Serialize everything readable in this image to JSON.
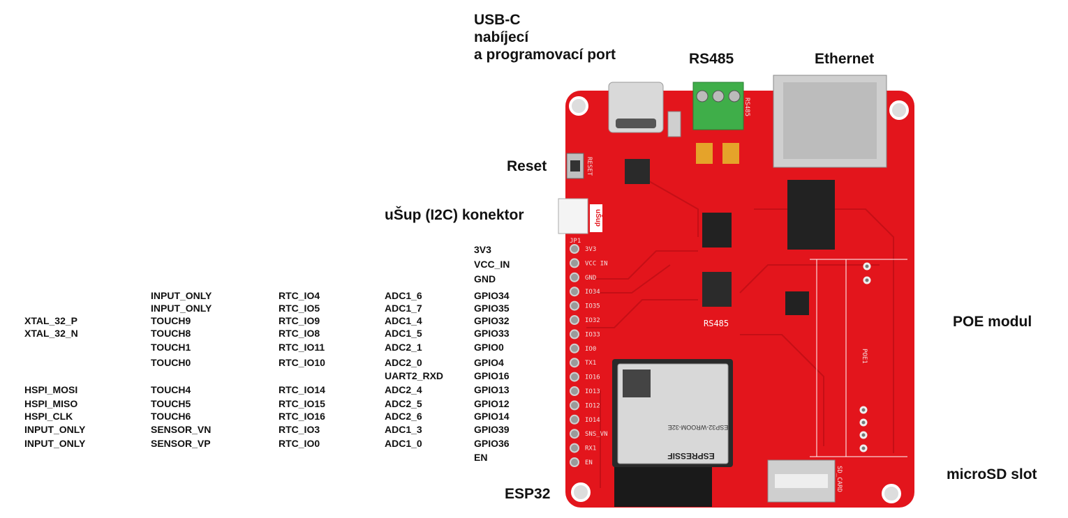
{
  "annotations": {
    "usbc": [
      "USB-C",
      "nabíjecí",
      "a programovací port"
    ],
    "rs485": "RS485",
    "ethernet": "Ethernet",
    "reset": "Reset",
    "usup": "uŠup (I2C) konektor",
    "poe": "POE modul",
    "microsd": "microSD slot",
    "esp32": "ESP32"
  },
  "power_pins": [
    "3V3",
    "VCC_IN",
    "GND"
  ],
  "pin_rows": [
    {
      "c1": "",
      "c2": "INPUT_ONLY",
      "c3": "RTC_IO4",
      "c4": "ADC1_6",
      "gpio": "GPIO34"
    },
    {
      "c1": "",
      "c2": "INPUT_ONLY",
      "c3": "RTC_IO5",
      "c4": "ADC1_7",
      "gpio": "GPIO35"
    },
    {
      "c1": "XTAL_32_P",
      "c2": "TOUCH9",
      "c3": "RTC_IO9",
      "c4": "ADC1_4",
      "gpio": "GPIO32"
    },
    {
      "c1": "XTAL_32_N",
      "c2": "TOUCH8",
      "c3": "RTC_IO8",
      "c4": "ADC1_5",
      "gpio": "GPIO33"
    },
    {
      "c1": "",
      "c2": "TOUCH1",
      "c3": "RTC_IO11",
      "c4": "ADC2_1",
      "gpio": "GPIO0"
    },
    {
      "c1": "",
      "c2": "TOUCH0",
      "c3": "RTC_IO10",
      "c4": "ADC2_0",
      "gpio": "GPIO4"
    },
    {
      "c1": "",
      "c2": "",
      "c3": "",
      "c4": "UART2_RXD",
      "gpio": "GPIO16"
    },
    {
      "c1": "HSPI_MOSI",
      "c2": "TOUCH4",
      "c3": "RTC_IO14",
      "c4": "ADC2_4",
      "gpio": "GPIO13"
    },
    {
      "c1": "HSPI_MISO",
      "c2": "TOUCH5",
      "c3": "RTC_IO15",
      "c4": "ADC2_5",
      "gpio": "GPIO12"
    },
    {
      "c1": "HSPI_CLK",
      "c2": "TOUCH6",
      "c3": "RTC_IO16",
      "c4": "ADC2_6",
      "gpio": "GPIO14"
    },
    {
      "c1": "INPUT_ONLY",
      "c2": "SENSOR_VN",
      "c3": "RTC_IO3",
      "c4": "ADC1_3",
      "gpio": "GPIO39"
    },
    {
      "c1": "INPUT_ONLY",
      "c2": "SENSOR_VP",
      "c3": "RTC_IO0",
      "c4": "ADC1_0",
      "gpio": "GPIO36"
    },
    {
      "c1": "",
      "c2": "",
      "c3": "",
      "c4": "",
      "gpio": "EN"
    }
  ],
  "board_silkscreen": {
    "header_label": "JP1",
    "pins": [
      "3V3",
      "VCC IN",
      "GND",
      "IO34",
      "IO35",
      "IO32",
      "IO33",
      "IO0",
      "TX1",
      "IO16",
      "IO13",
      "IO12",
      "IO14",
      "SNS_VN",
      "RX1",
      "EN"
    ],
    "rs485_label": "RS485",
    "reset_label": "RESET",
    "usup_label": "uŠup",
    "module_label": "ESP32-WROOM-32E",
    "module_brand": "ESPRESSIF",
    "sd_label": "SD_CARD",
    "poe_label": "POE1"
  },
  "colors": {
    "board": "#e3151c",
    "terminal": "#3fae49"
  }
}
